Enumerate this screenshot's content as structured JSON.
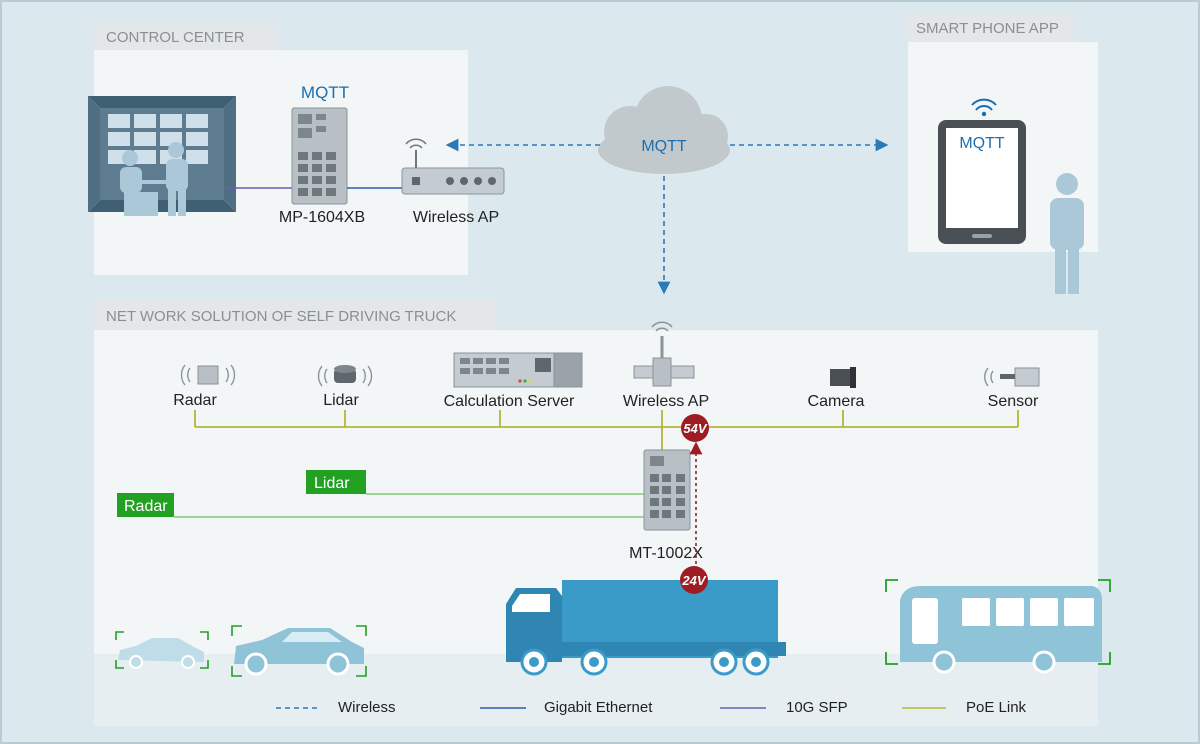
{
  "sections": {
    "control_center": "CONTROL CENTER",
    "smart_phone_app": "SMART PHONE APP",
    "network_solution": "NET WORK SOLUTION OF SELF DRIVING TRUCK"
  },
  "control_center": {
    "switch_protocol": "MQTT",
    "switch_model": "MP-1604XB",
    "ap_label": "Wireless AP"
  },
  "cloud": {
    "label": "MQTT"
  },
  "phone": {
    "label": "MQTT"
  },
  "devices": {
    "radar": "Radar",
    "lidar": "Lidar",
    "calc_server": "Calculation Server",
    "wireless_ap": "Wireless AP",
    "camera": "Camera",
    "sensor": "Sensor"
  },
  "truck_switch": {
    "model": "MT-1002X"
  },
  "tags": {
    "lidar": "Lidar",
    "radar": "Radar"
  },
  "power": {
    "top": "54V",
    "bottom": "24V"
  },
  "legend": [
    {
      "label": "Wireless",
      "color": "#2a7ab8",
      "style": "dashed"
    },
    {
      "label": "Gigabit Ethernet",
      "color": "#2a5fa8",
      "style": "solid"
    },
    {
      "label": "10G SFP",
      "color": "#6a5fb0",
      "style": "solid"
    },
    {
      "label": "PoE Link",
      "color": "#b5b53a",
      "style": "solid"
    }
  ],
  "colors": {
    "background": "#dbe9ef",
    "panel": "#f3f6f7",
    "section_tab": "#e3e7e9",
    "mqtt_blue": "#1b6fae",
    "poe": "#b5b53a",
    "tag_green": "#22a022",
    "power_red": "#9e1d24",
    "truck_blue": "#3a9ac8",
    "vehicle": "#8fc3d8"
  }
}
